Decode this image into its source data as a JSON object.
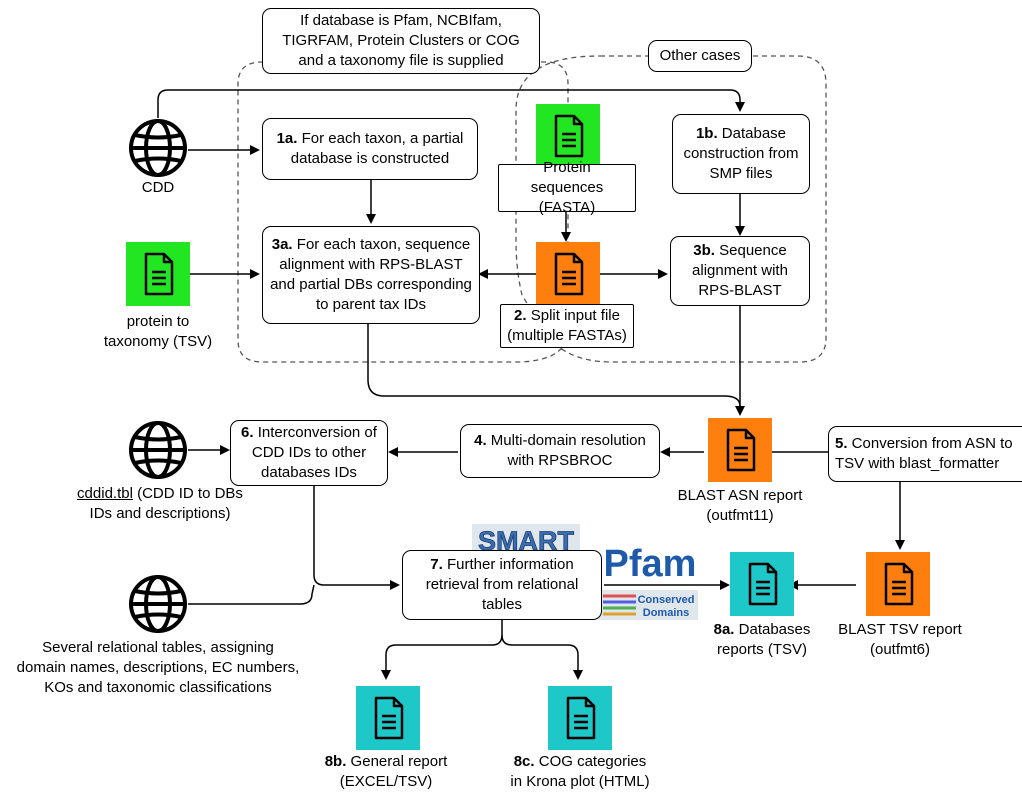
{
  "notes": {
    "pfam_case": [
      "If database is Pfam, NCBIfam,",
      "TIGRFAM, Protein Clusters or COG",
      "and a taxonomy file is supplied"
    ],
    "other_cases": "Other cases"
  },
  "sources": {
    "cdd": "CDD",
    "protein_taxonomy": [
      "protein to",
      "taxonomy (TSV)"
    ],
    "cddid": {
      "link": "cddid.tbl",
      "rest": " (CDD ID to DBs",
      "line2": "IDs and descriptions)"
    },
    "relational": [
      "Several relational tables, assigning",
      "domain names, descriptions, EC numbers,",
      "KOs and taxonomic classifications"
    ]
  },
  "steps": {
    "s1a": {
      "num": "1a.",
      "text": " For each taxon, a partial",
      "line2": "database is constructed"
    },
    "s1b": {
      "num": "1b.",
      "text": " Database",
      "line2": "construction from",
      "line3": "SMP files"
    },
    "s3a": {
      "num": "3a.",
      "text": " For each taxon, sequence",
      "line2": "alignment with RPS-BLAST",
      "line3": "and partial DBs corresponding",
      "line4": "to parent tax IDs"
    },
    "s3b": {
      "num": "3b.",
      "text": " Sequence",
      "line2": "alignment with",
      "line3": "RPS-BLAST"
    },
    "s2": {
      "num": "2.",
      "text": " Split input file",
      "line2": "(multiple FASTAs)"
    },
    "fasta": [
      "Protein sequences",
      "(FASTA)"
    ],
    "s4": {
      "num": "4.",
      "text": " Multi-domain resolution",
      "line2": "with RPSBROC"
    },
    "s5": {
      "num": "5.",
      "text": " Conversion from ASN to",
      "line2": "TSV with blast_formatter"
    },
    "s6": {
      "num": "6.",
      "text": " Interconversion of",
      "line2": "CDD IDs to other",
      "line3": "databases IDs"
    },
    "s7": {
      "num": "7.",
      "text": " Further information",
      "line2": "retrieval from relational",
      "line3": "tables"
    }
  },
  "outputs": {
    "asn": [
      "BLAST ASN report",
      "(outfmt11)"
    ],
    "tsv": [
      "BLAST TSV report",
      "(outfmt6)"
    ],
    "o8a": {
      "num": "8a.",
      "text": " Databases",
      "line2": "reports (TSV)"
    },
    "o8b": {
      "num": "8b.",
      "text": " General report",
      "line2": "(EXCEL/TSV)"
    },
    "o8c": {
      "num": "8c.",
      "text": " COG categories",
      "line2": "in Krona plot (HTML)"
    }
  },
  "logos": {
    "smart": "SMART",
    "pfam": "Pfam",
    "conserved": [
      "Conserved",
      "Domains"
    ]
  },
  "colors": {
    "green": "#22e622",
    "orange": "#ff7f0e",
    "teal": "#1ec8c8",
    "pfam_blue": "#1e5aa8",
    "smart_blue": "#3a6db0"
  },
  "icons": {
    "globe": "globe-icon",
    "document": "document-icon"
  }
}
